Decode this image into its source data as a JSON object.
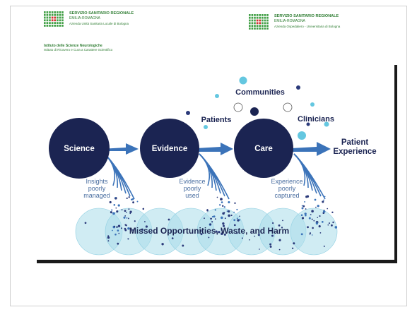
{
  "header": {
    "logo_left": {
      "line1": "SERVIZIO SANITARIO REGIONALE",
      "line2": "EMILIA-ROMAGNA",
      "line3": "Azienda Unità Sanitaria Locale di Bologna"
    },
    "logo_right": {
      "line1": "SERVIZIO SANITARIO REGIONALE",
      "line2": "EMILIA-ROMAGNA",
      "line3": "Azienda Ospedaliero - Universitaria di Bologna"
    },
    "institute": {
      "name": "Istituto delle Scienze Neurologiche",
      "subtitle": "Istituto di Ricovero e Cura a Carattere Scientifico"
    }
  },
  "diagram": {
    "nodes": {
      "science": "Science",
      "evidence": "Evidence",
      "care": "Care"
    },
    "outcome": {
      "line1": "Patient",
      "line2": "Experience"
    },
    "stakeholders": {
      "communities": "Communities",
      "patients": "Patients",
      "clinicians": "Clinicians"
    },
    "leaks": {
      "insights": [
        "Insights",
        "poorly",
        "managed"
      ],
      "evidence_use": [
        "Evidence",
        "poorly",
        "used"
      ],
      "experience": [
        "Experience",
        "poorly",
        "captured"
      ]
    },
    "bottom_label": "Missed Opportunities, Waste, and Harm",
    "colors": {
      "node_fill": "#1b2452",
      "arrow": "#3b73b9",
      "light_blue": "#a9dcea",
      "accent_blue": "#64c7e0",
      "dot_dark": "#2b3a7a"
    }
  }
}
